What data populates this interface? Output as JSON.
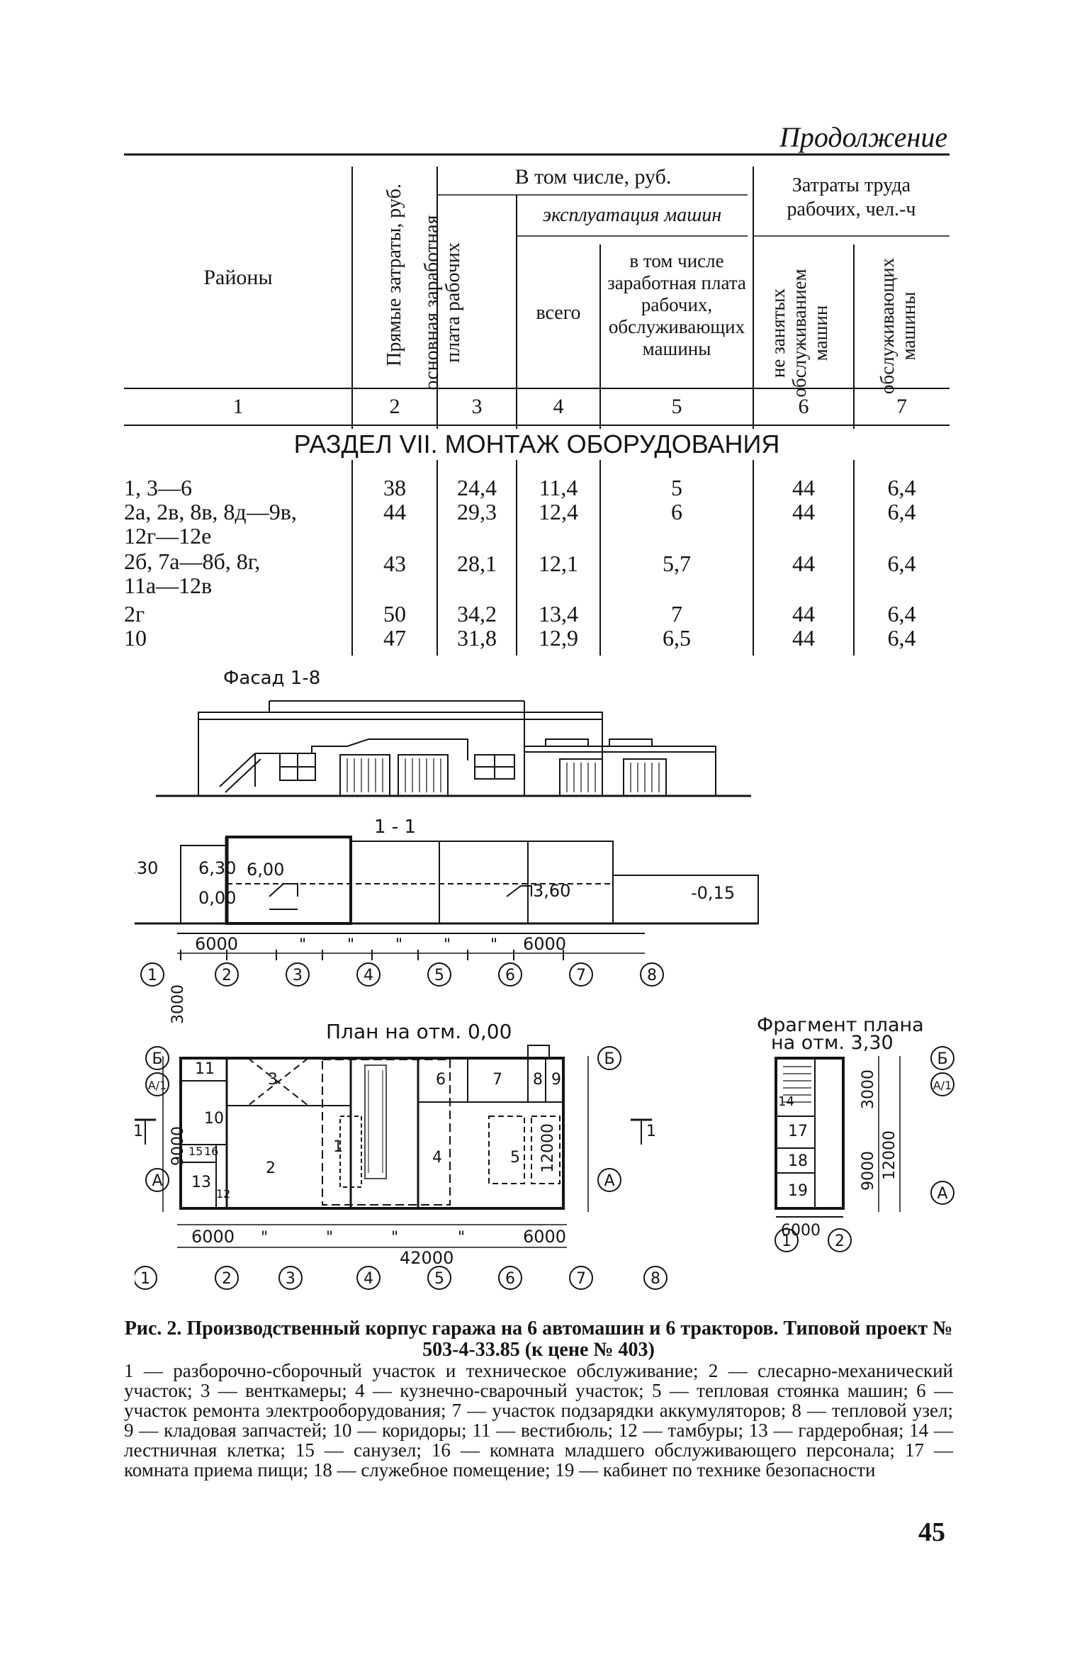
{
  "header": {
    "continuation": "Продолжение"
  },
  "table": {
    "col_regions": "Районы",
    "col_direct": "Прямые затраты, руб.",
    "group_incl": "В том числе, руб.",
    "col_wage": "основная заработная плата рабочих",
    "group_machine": "эксплуатация машин",
    "col_total": "всего",
    "col_machine_wage": "в том числе заработная плата рабочих, обслуживающих машины",
    "group_labor": "Затраты труда рабочих, чел.-ч",
    "col_not_machine": "не занятых обслуживанием машин",
    "col_machine": "обслуживающих машины",
    "col_numbers": [
      "1",
      "2",
      "3",
      "4",
      "5",
      "6",
      "7"
    ],
    "section_title": "РАЗДЕЛ VII. МОНТАЖ ОБОРУДОВАНИЯ",
    "rows": [
      {
        "region": "1, 3—6",
        "region2": "",
        "v": [
          "38",
          "24,4",
          "11,4",
          "5",
          "44",
          "6,4"
        ]
      },
      {
        "region": "2а, 2в, 8в, 8д—9в,",
        "region2": "12г—12е",
        "v": [
          "44",
          "29,3",
          "12,4",
          "6",
          "44",
          "6,4"
        ]
      },
      {
        "region": "2б, 7а—8б, 8г,",
        "region2": "11а—12в",
        "v": [
          "43",
          "28,1",
          "12,1",
          "5,7",
          "44",
          "6,4"
        ]
      },
      {
        "region": "2г",
        "region2": "",
        "v": [
          "50",
          "34,2",
          "13,4",
          "7",
          "44",
          "6,4"
        ]
      },
      {
        "region": "10",
        "region2": "",
        "v": [
          "47",
          "31,8",
          "12,9",
          "6,5",
          "44",
          "6,4"
        ]
      }
    ]
  },
  "drawing": {
    "facade_title": "Фасад 1-8",
    "section_title": "1 - 1",
    "plan_title": "План на отм. 0,00",
    "fragment_title_1": "Фрагмент плана",
    "fragment_title_2": "на отм. 3,30",
    "elev_330": "3,30",
    "elev_630": "6,30",
    "elev_600": "6,00",
    "elev_000": "0,00",
    "elev_360": "3,60",
    "elev_m015": "-0,15",
    "dim_6000": "6000",
    "dim_ditto": "\"",
    "dim_3000": "3000",
    "dim_9000": "9000",
    "dim_12000": "12000",
    "dim_42000": "42000",
    "axis_1": "1",
    "axis_2": "2",
    "axis_3": "3",
    "axis_4": "4",
    "axis_5": "5",
    "axis_6": "6",
    "axis_7": "7",
    "axis_8": "8",
    "axis_A": "А",
    "axis_A1": "А/1",
    "axis_B": "Б",
    "cut_mark": "1",
    "room_labels": [
      "1",
      "2",
      "3",
      "4",
      "5",
      "6",
      "7",
      "8",
      "9",
      "10",
      "11",
      "12",
      "13",
      "14",
      "15",
      "16",
      "17",
      "18",
      "19"
    ]
  },
  "caption": {
    "title": "Рис. 2. Производственный корпус гаража на 6 автомашин и 6 тракторов. Типовой проект № 503-4-33.85 (к цене № 403)",
    "legend": "1 — разборочно-сборочный участок и техническое обслуживание; 2 — слесарно-механический участок; 3 — венткамеры; 4 — кузнечно-сварочный участок; 5 — тепловая стоянка машин; 6 — участок ремонта электрооборудования; 7 — участок подзарядки аккумуляторов; 8 — тепловой узел; 9 — кладовая запчастей; 10 — коридоры; 11 — вестибюль; 12 — тамбуры; 13 — гардеробная; 14 — лестничная клетка; 15 — санузел; 16 — комната младшего обслуживающего персонала; 17 — комната приема пищи; 18 — служебное помещение; 19 — кабинет по технике безопасности"
  },
  "page_number": "45"
}
